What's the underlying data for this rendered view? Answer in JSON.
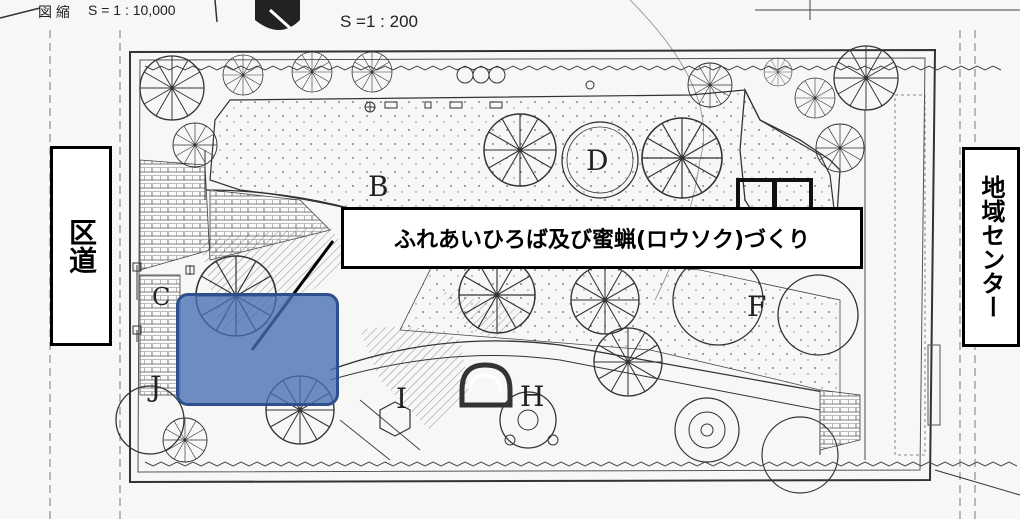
{
  "scales": {
    "overview": "S = 1 : 10,000",
    "plan": "S =1 : 200",
    "corner_fragment": "図 縮"
  },
  "labels": {
    "left_road": "区道",
    "right_center": "地域センター",
    "callout": "ふれあいひろば及び蜜蝋(ロウソク)づくり"
  },
  "zones": {
    "B": "B",
    "C": "C",
    "D": "D",
    "F": "F",
    "H": "H",
    "I": "I",
    "J": "J"
  },
  "colors": {
    "highlight": "#466eb4",
    "line": "#333333",
    "label_border": "#000000"
  }
}
